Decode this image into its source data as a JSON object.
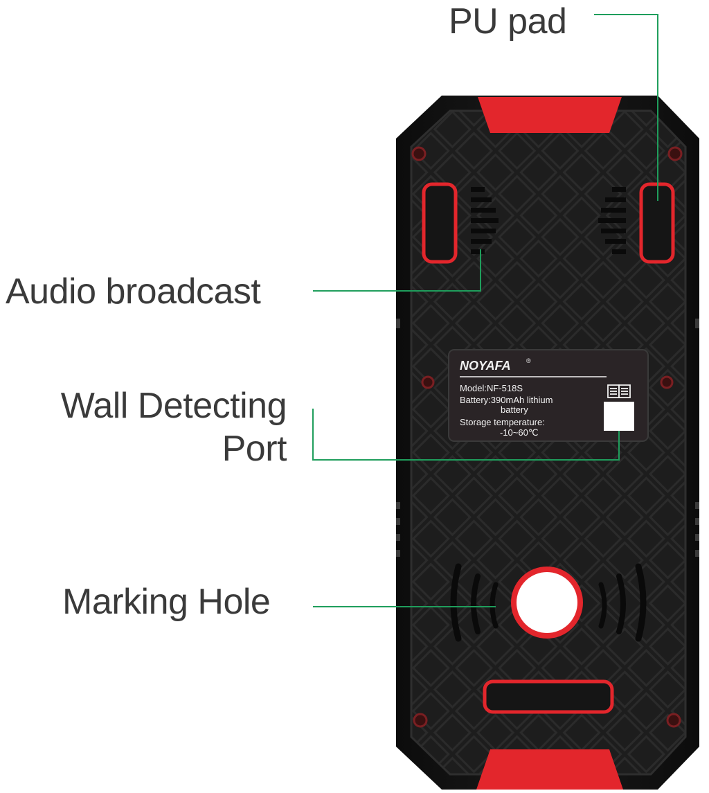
{
  "callouts": {
    "pu_pad": "PU pad",
    "audio_broadcast": "Audio broadcast",
    "wall_detecting_line1": "Wall Detecting",
    "wall_detecting_line2": "Port",
    "marking_hole": "Marking Hole"
  },
  "label_plate": {
    "brand": "NOYAFA",
    "registered_mark": "®",
    "model": "Model:NF-518S",
    "battery_line1": "Battery:390mAh lithium",
    "battery_line2": "battery",
    "storage_line1": "Storage temperature:",
    "storage_line2": "-10~60℃",
    "manual_icon": "open-book-icon"
  },
  "colors": {
    "leader_line": "#1f9e5c",
    "body_black": "#1c1c1c",
    "accent_red": "#e3262c",
    "label_text": "#3a3a3a",
    "plate_bg": "#2a2426",
    "plate_text": "#f2f2f2"
  }
}
